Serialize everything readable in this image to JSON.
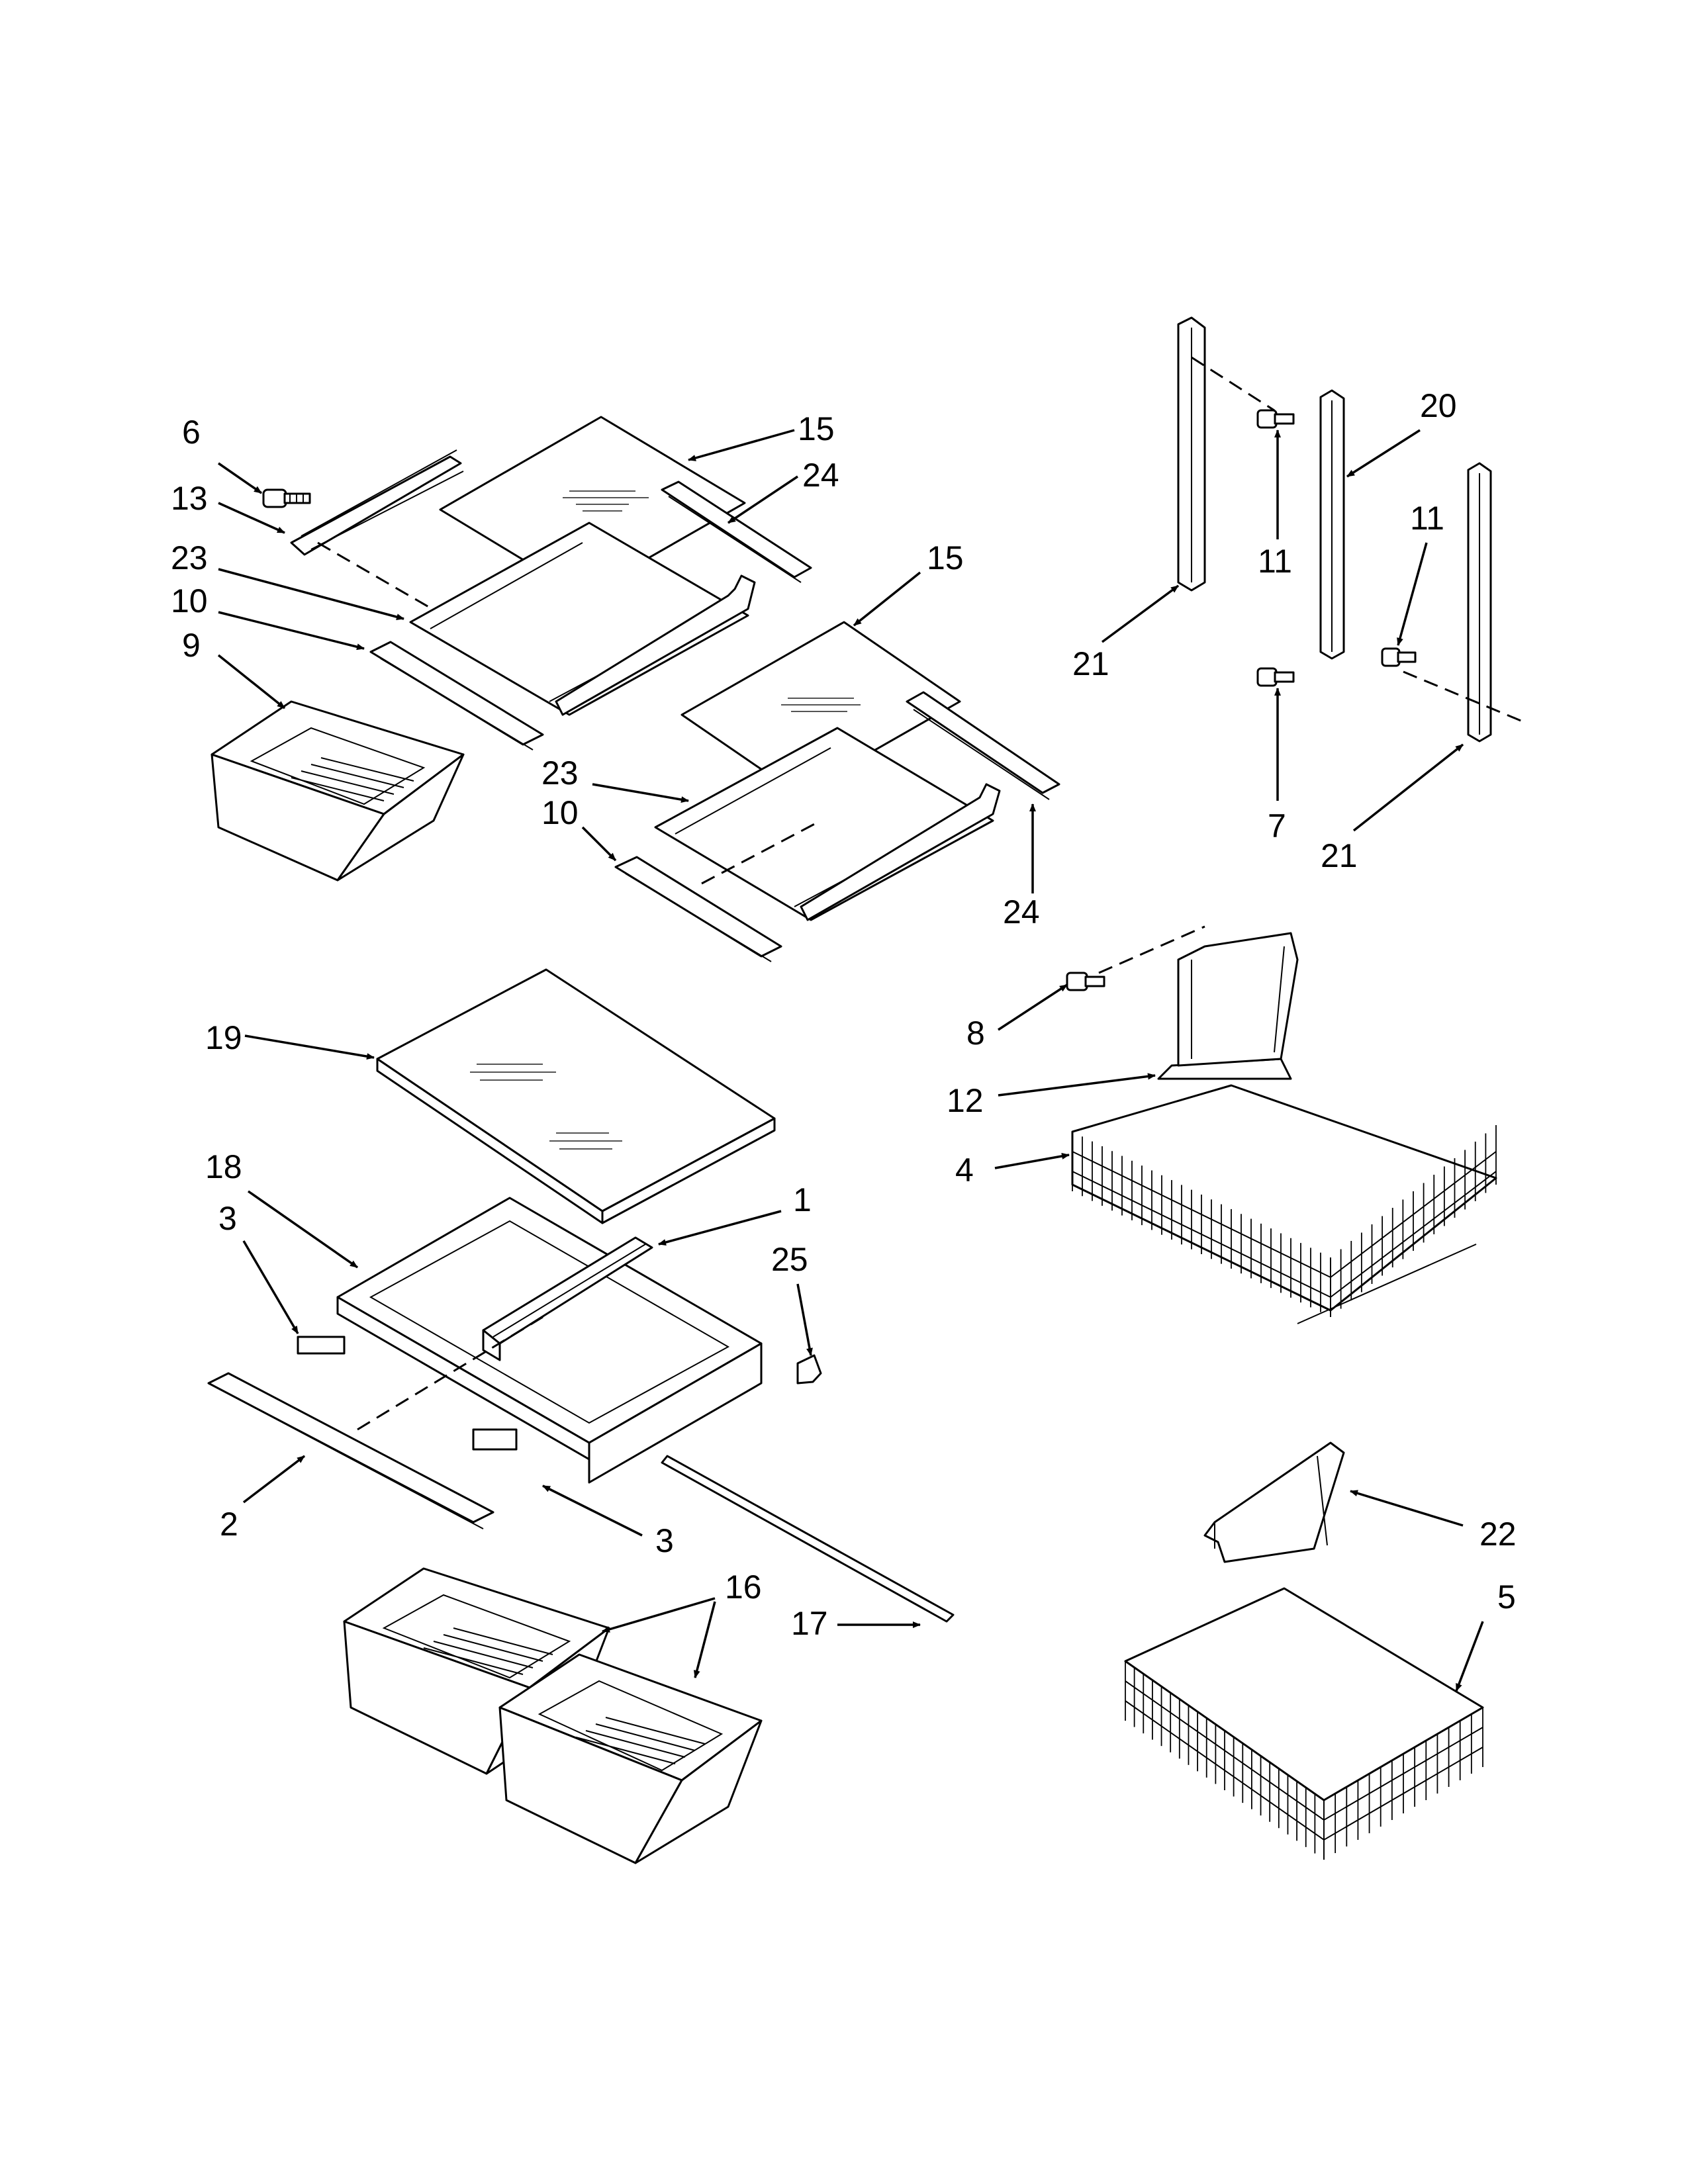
{
  "callouts": [
    "1",
    "2",
    "3",
    "3",
    "4",
    "5",
    "6",
    "7",
    "8",
    "9",
    "10",
    "10",
    "11",
    "11",
    "12",
    "13",
    "15",
    "15",
    "16",
    "17",
    "18",
    "19",
    "20",
    "21",
    "21",
    "22",
    "23",
    "23",
    "24",
    "24",
    "25"
  ]
}
